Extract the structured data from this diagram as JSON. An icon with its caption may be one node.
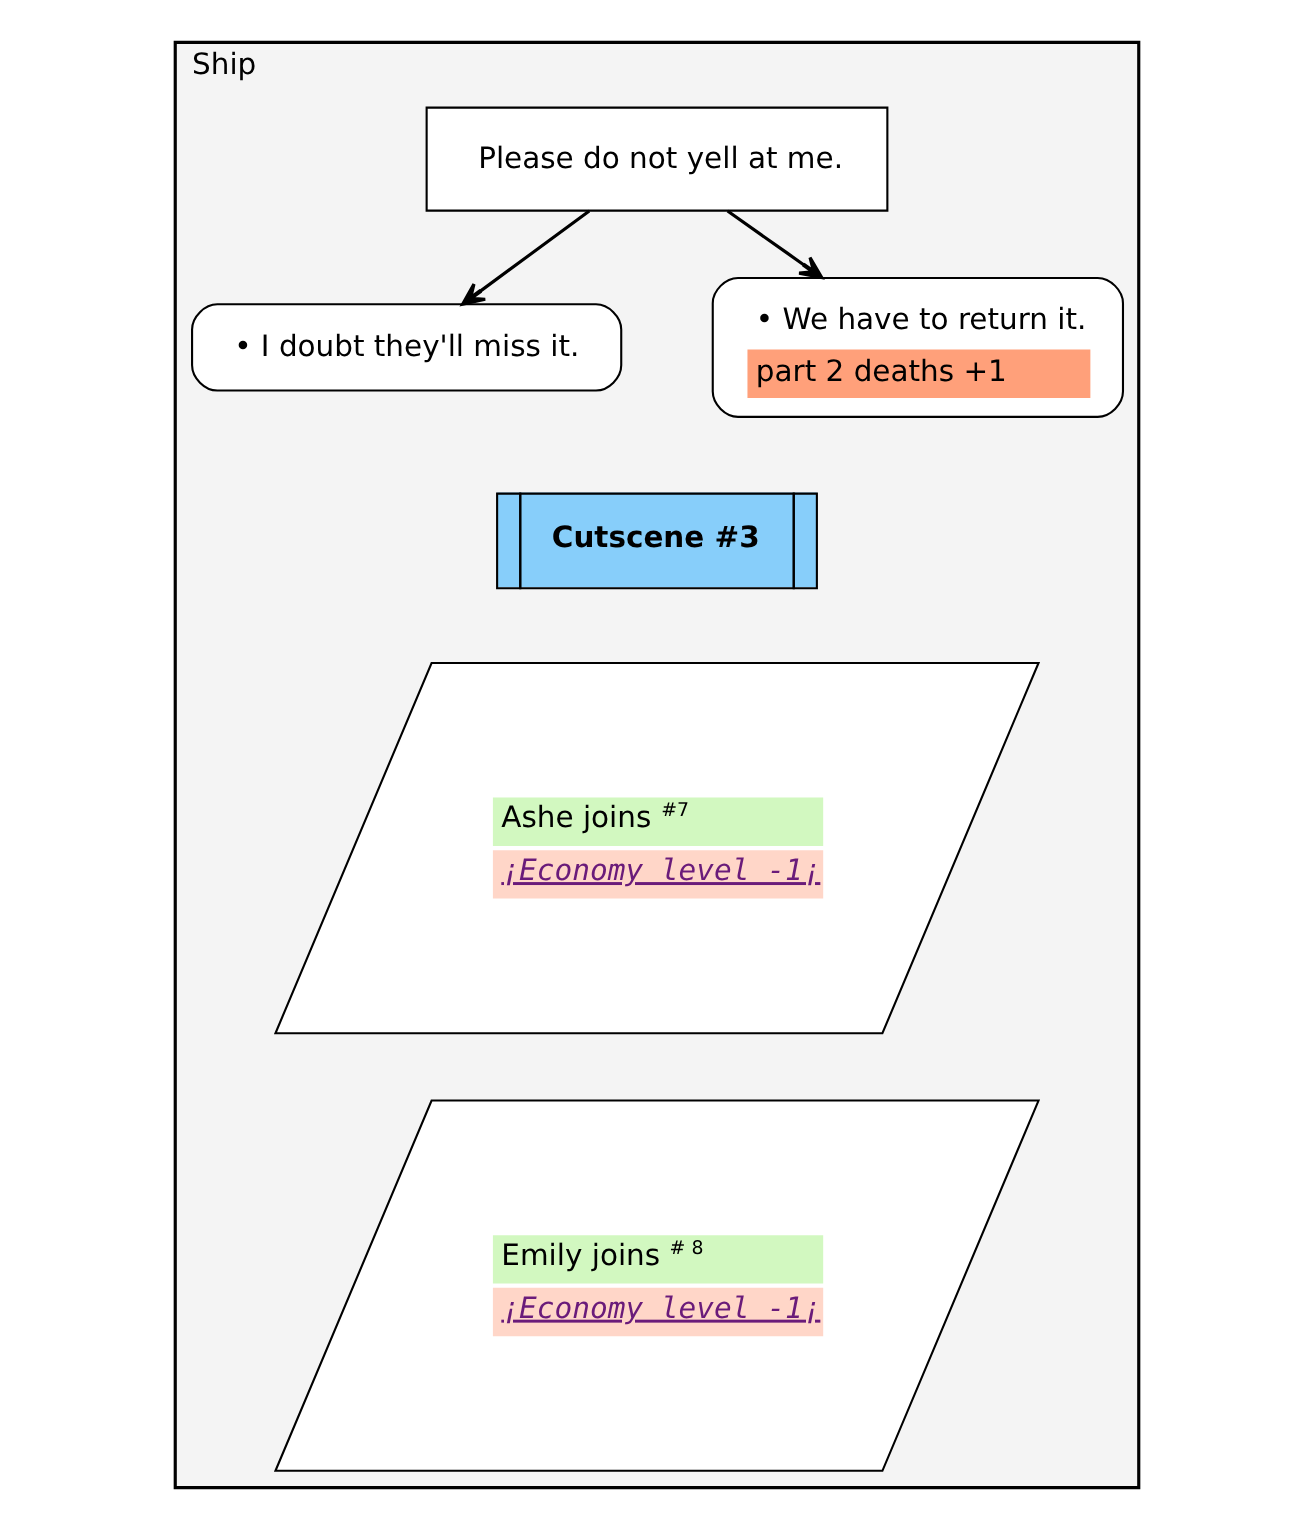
{
  "diagram": {
    "nodes": [
      {
        "text": [
          "Ship"
        ]
      },
      {
        "text": [
          "Please do not yell at me."
        ],
        "in": 0
      },
      {
        "text": [
          "• I doubt they'll miss it."
        ],
        "in": 0
      },
      {
        "text": [
          "• We have to return it.",
          "part 2 deaths +1"
        ],
        "in": 0
      },
      {
        "text": [
          "Cutscene #3"
        ],
        "in": 0
      },
      {
        "text": [
          "Ashe joins $^{#7}$",
          "¡Economy level -1¡"
        ],
        "in": 0
      },
      {
        "text": [
          "Emily joins $^{# 8}$",
          "¡Economy level -1¡"
        ],
        "in": 0
      }
    ],
    "edges": [
      {
        "from": 1,
        "to": 2,
        "arrow": "to"
      },
      {
        "from": 1,
        "to": 3,
        "arrow": "to"
      }
    ]
  }
}
